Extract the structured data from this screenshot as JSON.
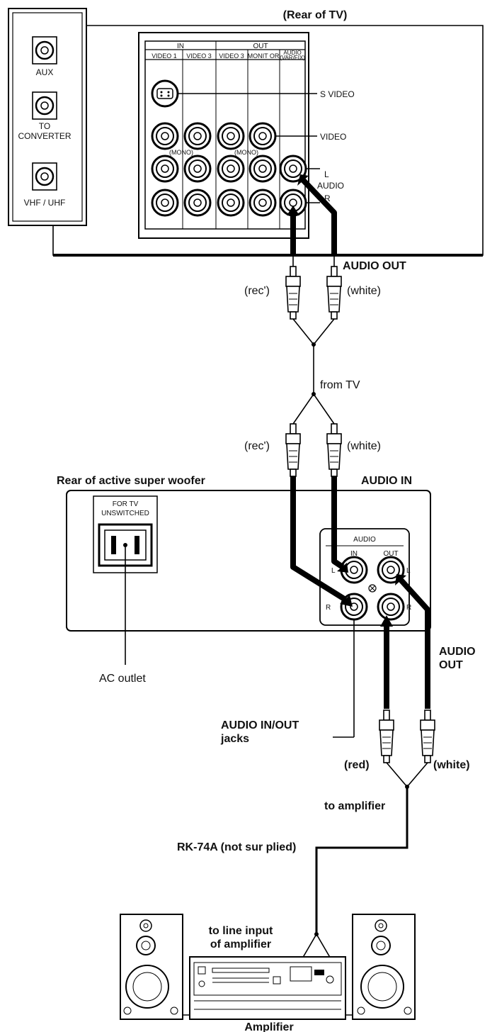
{
  "tv": {
    "title": "(Rear of TV)",
    "aux_label": "AUX",
    "converter_label_1": "TO",
    "converter_label_2": "CONVERTER",
    "vhf_label": "VHF / UHF",
    "in_header": "IN",
    "out_header": "OUT",
    "col_labels": [
      "VIDEO 1",
      "VIDEO 3",
      "VIDEO 3",
      "MONIT OR",
      "AUDIO"
    ],
    "col_audio_sub": "(VAR/FIX)",
    "mono_label": "(MONO)",
    "s_video_label": "S VIDEO",
    "video_label": "VIDEO",
    "l_label": "L",
    "audio_label": "AUDIO",
    "r_label": "R"
  },
  "cable_top": {
    "audio_out": "AUDIO OUT",
    "red": "(rec')",
    "white": "(white)",
    "from_tv": "from TV",
    "red2": "(rec')",
    "white2": "(white)"
  },
  "woofer": {
    "title": "Rear of active super woofer",
    "audio_in": "AUDIO IN",
    "outlet_label_1": "FOR TV",
    "outlet_label_2": "UNSWITCHED",
    "panel_audio": "AUDIO",
    "panel_in": "IN",
    "panel_out": "OUT",
    "panel_l": "L",
    "panel_r": "R",
    "ac_outlet": "AC outlet",
    "jacks_label_1": "AUDIO IN/OUT",
    "jacks_label_2": "jacks",
    "audio_out_1": "AUDIO",
    "audio_out_2": "OUT"
  },
  "cable_bottom": {
    "red": "(red)",
    "white": "(white)",
    "to_amplifier": "to amplifier",
    "rk74a": "RK-74A (not sur plied)",
    "line_input_1": "to line input",
    "line_input_2": "of amplifier",
    "amplifier": "Amplifier"
  }
}
